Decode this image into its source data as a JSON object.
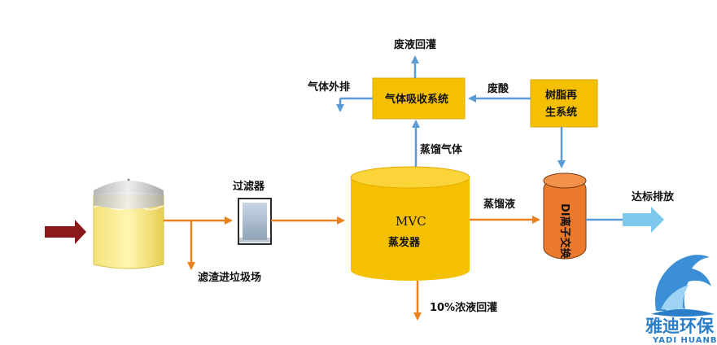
{
  "colors": {
    "orange_line": "#e8821e",
    "blue_line": "#5b9bd5",
    "box_fill": "#f5c000",
    "evaporator_fill": "#f5c000",
    "ion_fill": "#ec7a2c",
    "inlet_arrow": "#8b1a1a",
    "discharge_arrow": "#7ec8ee"
  },
  "nodes": {
    "filter_label": "过滤器",
    "evaporator_title": "MVC",
    "evaporator_sub": "蒸发器",
    "gas_absorption": "气体吸收系统",
    "resin_regen_line1": "树脂再",
    "resin_regen_line2": "生系统",
    "ion_exchange": "DI离子交换"
  },
  "edges": {
    "waste_reinject": "废液回灌",
    "gas_vent": "气体外排",
    "waste_acid": "废酸",
    "distill_gas": "蒸馏气体",
    "distillate": "蒸馏液",
    "discharge": "达标排放",
    "sludge": "滤渣进垃圾场",
    "concentrate": "10%浓液回灌"
  },
  "logo": {
    "name": "雅迪环保",
    "sub": "YADI HUANBAO"
  }
}
